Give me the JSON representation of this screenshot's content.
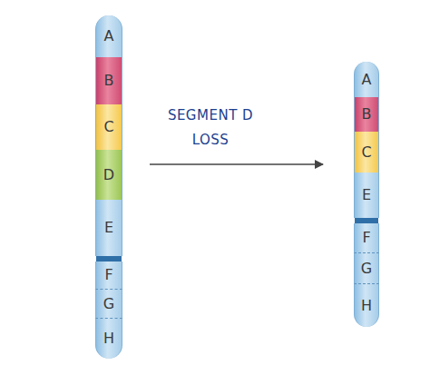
{
  "diagram": {
    "nodes": [
      {
        "text": [
          "A"
        ]
      },
      {
        "text": [
          "B"
        ]
      },
      {
        "text": [
          "C"
        ]
      },
      {
        "text": [
          "D"
        ]
      },
      {
        "text": [
          "E"
        ]
      },
      {
        "text": [
          "F"
        ]
      },
      {
        "text": [
          "G"
        ]
      },
      {
        "text": [
          "H"
        ]
      },
      {
        "text": [
          "A"
        ]
      },
      {
        "text": [
          "B"
        ]
      },
      {
        "text": [
          "C"
        ]
      },
      {
        "text": [
          "E"
        ]
      },
      {
        "text": [
          "F"
        ]
      },
      {
        "text": [
          "G"
        ]
      },
      {
        "text": [
          "H"
        ]
      }
    ],
    "labels": [
      "SEGMENT D LOSS"
    ]
  }
}
